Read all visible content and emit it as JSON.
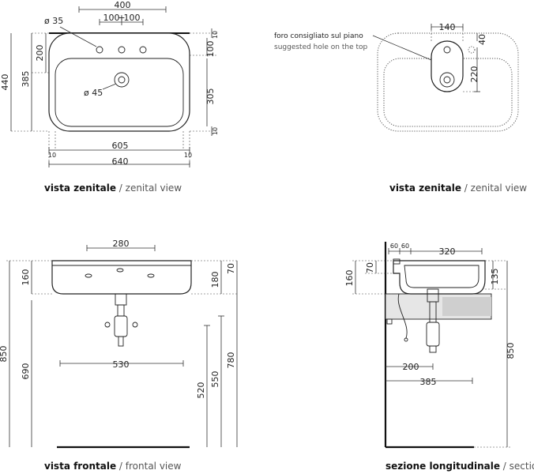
{
  "zenital": {
    "dims": {
      "w400": "400",
      "d100a": "100",
      "plus": "+",
      "d100b": "100",
      "phi35": "ø 35",
      "phi45": "ø 45",
      "h200": "200",
      "h385": "385",
      "h440": "440",
      "r10a": "10",
      "r100": "100",
      "r305": "305",
      "r10b": "10",
      "b10l": "10",
      "b605": "605",
      "b10r": "10",
      "b640": "640"
    },
    "caption_bold": "vista zenitale",
    "caption_light": " / zenital view"
  },
  "zenital_hole": {
    "note_it": "foro consigliato sul piano",
    "note_en": "suggested hole on the top",
    "dims": {
      "w140": "140",
      "h40": "40",
      "h220": "220"
    },
    "caption_bold": "vista zenitale",
    "caption_light": " / zenital view"
  },
  "frontal": {
    "dims": {
      "w280": "280",
      "h160": "160",
      "h850": "850",
      "h690": "690",
      "w530": "530",
      "h180": "180",
      "h70": "70",
      "h550": "550",
      "h520": "520",
      "h780": "780"
    },
    "caption_bold": "vista frontale",
    "caption_light": " / frontal view"
  },
  "section": {
    "dims": {
      "w60a": "60",
      "w60b": "60",
      "w320": "320",
      "h160": "160",
      "h70": "70",
      "h135": "135",
      "h850": "850",
      "w200": "200",
      "w385": "385"
    },
    "caption_bold": "sezione longitudinale",
    "caption_light": " / section"
  }
}
